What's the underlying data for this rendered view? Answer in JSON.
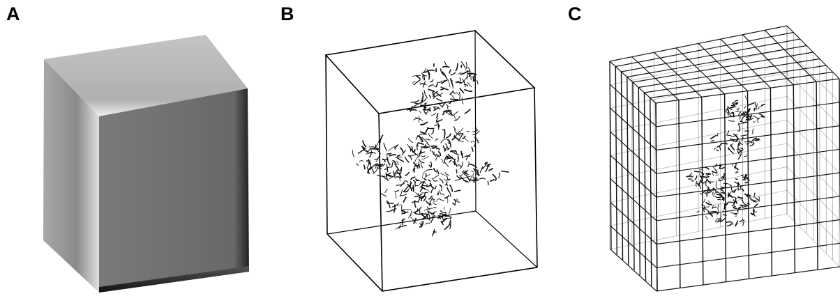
{
  "panels": [
    {
      "label": "A",
      "content": "solid-box"
    },
    {
      "label": "B",
      "content": "wireframe-box-with-tree"
    },
    {
      "label": "C",
      "content": "voxel-grid-with-tree"
    }
  ],
  "colors": {
    "box_top": "#b4b4b4",
    "box_left": "#8e8e8e",
    "box_front": "#6a6a6a",
    "line": "#000000",
    "foliage": "#111111"
  }
}
